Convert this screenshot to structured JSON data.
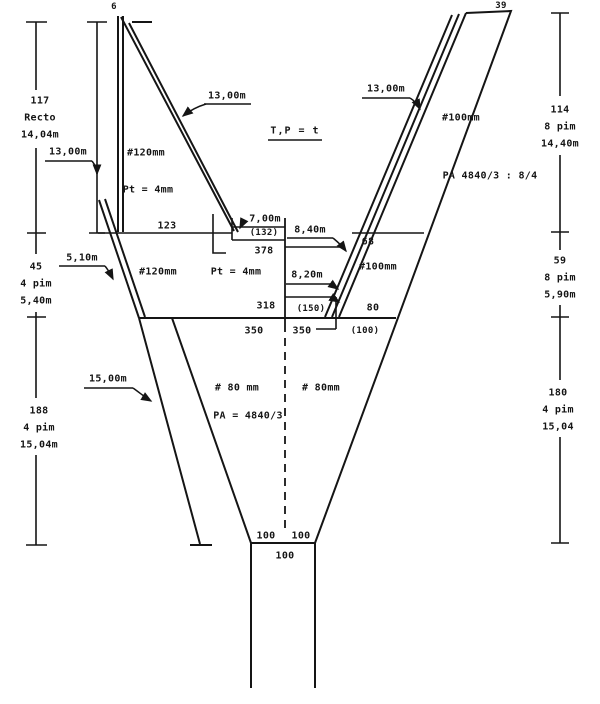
{
  "title": "T,P = t",
  "dims": {
    "left": [
      {
        "count": "117",
        "note": "Recto",
        "length": "14,04m"
      },
      {
        "count": "45",
        "note": "4 pim",
        "length": "5,40m"
      },
      {
        "count": "188",
        "note": "4 pim",
        "length": "15,04m"
      }
    ],
    "right": [
      {
        "count": "114",
        "note": "8 pim",
        "length": "14,40m"
      },
      {
        "count": "59",
        "note": "8 pim",
        "length": "5,90m"
      },
      {
        "count": "180",
        "note": "4 pim",
        "length": "15,04"
      }
    ]
  },
  "leaders": {
    "left_edge": "13,00m",
    "left_hyp": "13,00m",
    "right_edge": "13,00m",
    "band_left": "5,10m",
    "lower_left": "15,00m",
    "c700": "7,00m",
    "c840": "8,40m",
    "c820": "8,20m"
  },
  "panels": {
    "left_wing": {
      "mesh": "#120mm",
      "twine": "Pt = 4mm"
    },
    "left_band": {
      "mesh": "#120mm",
      "twine": "Pt = 4mm"
    },
    "right_wing": {
      "mesh": "#100mm",
      "twine": "PA 4840/3 : 8/4"
    },
    "right_band": {
      "mesh": "#100mm"
    },
    "belly_left": {
      "mesh": "# 80 mm",
      "twine": "PA = 4840/3"
    },
    "belly_right": {
      "mesh": "# 80mm"
    }
  },
  "counts": {
    "apex_left": "6",
    "apex_right": "39",
    "w123": "123",
    "p132": "(132)",
    "m378": "378",
    "m318": "318",
    "m350l": "350",
    "m350r": "350",
    "p150": "(150)",
    "m80": "80",
    "p100": "(100)",
    "m68": "68",
    "neck_l": "100",
    "neck_r": "100",
    "neck_b": "100"
  },
  "ink_color": "#151515",
  "paper_color": "#ffffff"
}
